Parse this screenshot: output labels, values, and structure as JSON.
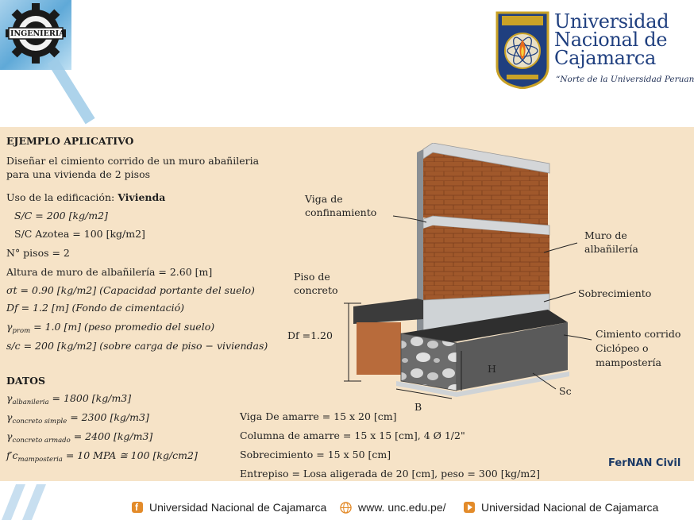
{
  "header": {
    "left_logo_text": "INGENIERIA",
    "university": [
      "Universidad",
      "Nacional de",
      "Cajamarca"
    ],
    "motto": "“Norte de la Universidad Peruana”"
  },
  "example": {
    "title": "EJEMPLO APLICATIVO",
    "statement_1": "Diseñar el cimiento corrido de un muro abañileria",
    "statement_2": "para una vivienda de 2 pisos",
    "uso_label": "Uso de la edificación: ",
    "uso_value": "Vivienda",
    "sc": "S/C = 200 [kg/m2]",
    "sc_azotea": "S/C Azotea = 100 [kg/m2]",
    "pisos": "N° pisos = 2",
    "altura": "Altura de muro de albañilería = 2.60 [m]",
    "sigma": "σt = 0.90 [kg/m2] (Capacidad portante del suelo)",
    "df": "Df = 1.2 [m] (Fondo de cimentació)",
    "gamma_prom": "γ",
    "gamma_prom_sub": "prom",
    "gamma_prom_rest": " = 1.0 [m] (peso promedio del suelo)",
    "sc_piso": "s/c = 200 [kg/m2] (sobre carga de piso − viviendas)"
  },
  "datos": {
    "title": "DATOS",
    "g1": "γ",
    "g1_sub": "albanileria",
    "g1_rest": " = 1800 [kg/m3]",
    "g2": "γ",
    "g2_sub": "concreto simple",
    "g2_rest": " = 2300 [kg/m3]",
    "g3": "γ",
    "g3_sub": "concreto armado",
    "g3_rest": " = 2400 [kg/m3]",
    "fc": "f′c",
    "fc_sub": "mamposteria",
    "fc_rest": " = 10 MPA  ≅ 100 [kg/cm2]",
    "viga": "Viga De amarre = 15 x 20 [cm]",
    "columna": "Columna de amarre = 15 x 15 [cm], 4 Ø 1/2\"",
    "sobrecimiento": "Sobrecimiento = 15 x 50 [cm]",
    "entrepiso": "Entrepiso = Losa aligerada de 20 [cm], peso = 300 [kg/m2]"
  },
  "drawing_labels": {
    "viga_1": "Viga de",
    "viga_2": "confinamiento",
    "muro_1": "Muro de",
    "muro_2": "albañilería",
    "piso_1": "Piso de",
    "piso_2": "concreto",
    "sobrecimiento": "Sobrecimiento",
    "df": "Df =1.20",
    "cimiento_1": "Cimiento corrido",
    "cimiento_2": "Ciclópeo o",
    "cimiento_3": "mampostería",
    "h": "H",
    "b": "B",
    "s": "Sc"
  },
  "watermark": "FerNAN Civil",
  "footer": {
    "facebook": "Universidad Nacional de Cajamarca",
    "web": "www. unc.edu.pe/",
    "youtube": "Universidad Nacional de Cajamarca"
  },
  "colors": {
    "panel": "#f6e3c7",
    "brick": "#9b5a30",
    "concrete": "#cfd3d6",
    "university_blue": "#1f3f7f"
  },
  "icons": [
    "gear-logo-icon",
    "university-shield-icon",
    "facebook-icon",
    "globe-icon",
    "youtube-icon"
  ]
}
